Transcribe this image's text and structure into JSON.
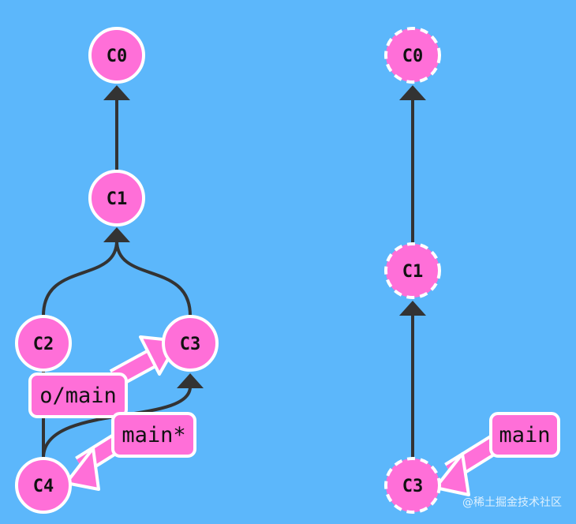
{
  "colors": {
    "background": "#5cb7fb",
    "commit_fill": "#ff6fd8",
    "commit_stroke": "#ffffff",
    "edge": "#333333",
    "ref_fill": "#ff6fd8"
  },
  "left_graph": {
    "commits": [
      "C0",
      "C1",
      "C2",
      "C3",
      "C4"
    ],
    "refs": {
      "remote": "o/main",
      "local": "main*"
    }
  },
  "right_graph": {
    "commits": [
      "C0",
      "C1",
      "C3"
    ],
    "refs": {
      "local": "main"
    }
  },
  "watermark": "@稀土掘金技术社区"
}
